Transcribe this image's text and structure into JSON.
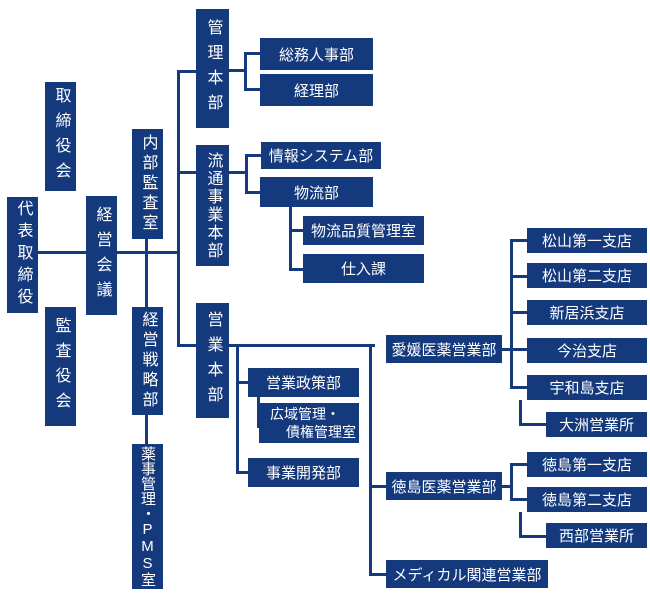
{
  "colors": {
    "box": "#14397c",
    "shadow": "#000000",
    "text": "#ffffff",
    "background": "#ffffff"
  },
  "nodes": {
    "board": "取締役会",
    "president": "代表取締役",
    "audit_board": "監査役会",
    "management_meeting": "経営会議",
    "internal_audit": "内部監査室",
    "strategy": "経営戦略部",
    "pharma_pms": "薬事管理・PMS室",
    "admin_hq": "管理本部",
    "distribution_hq": "流通事業本部",
    "sales_hq": "営業本部",
    "general_affairs_hr": "総務人事部",
    "accounting": "経理部",
    "info_systems": "情報システム部",
    "logistics": "物流部",
    "logistics_quality": "物流品質管理室",
    "purchasing": "仕入課",
    "sales_policy": "営業政策部",
    "wide_area": "広域管理・債権管理室",
    "wide_area_lines": [
      "広域管理・",
      "債権管理室"
    ],
    "business_dev": "事業開発部",
    "ehime_sales": "愛媛医薬営業部",
    "matsuyama1": "松山第一支店",
    "matsuyama2": "松山第二支店",
    "niihama": "新居浜支店",
    "imabari": "今治支店",
    "uwajima": "宇和島支店",
    "ozu": "大洲営業所",
    "tokushima_sales": "徳島医薬営業部",
    "tokushima1": "徳島第一支店",
    "tokushima2": "徳島第二支店",
    "seibu": "西部営業所",
    "medical_sales": "メディカル関連営業部"
  },
  "connections": {
    "president": [
      "management_meeting"
    ],
    "adjacent_to_president_line": [
      "board",
      "audit_board"
    ],
    "internal_audit": [
      "strategy"
    ],
    "strategy": [
      "pharma_pms"
    ],
    "management_meeting": [
      "admin_hq",
      "distribution_hq",
      "sales_hq"
    ],
    "admin_hq": [
      "general_affairs_hr",
      "accounting"
    ],
    "distribution_hq": [
      "info_systems",
      "logistics"
    ],
    "logistics": [
      "logistics_quality",
      "purchasing"
    ],
    "sales_hq": [
      "sales_policy",
      "business_dev",
      "ehime_sales",
      "tokushima_sales",
      "medical_sales"
    ],
    "sales_policy": [
      "wide_area"
    ],
    "ehime_sales": [
      "matsuyama1",
      "matsuyama2",
      "niihama",
      "imabari",
      "uwajima"
    ],
    "uwajima": [
      "ozu"
    ],
    "tokushima_sales": [
      "tokushima1",
      "tokushima2"
    ],
    "tokushima2": [
      "seibu"
    ]
  }
}
